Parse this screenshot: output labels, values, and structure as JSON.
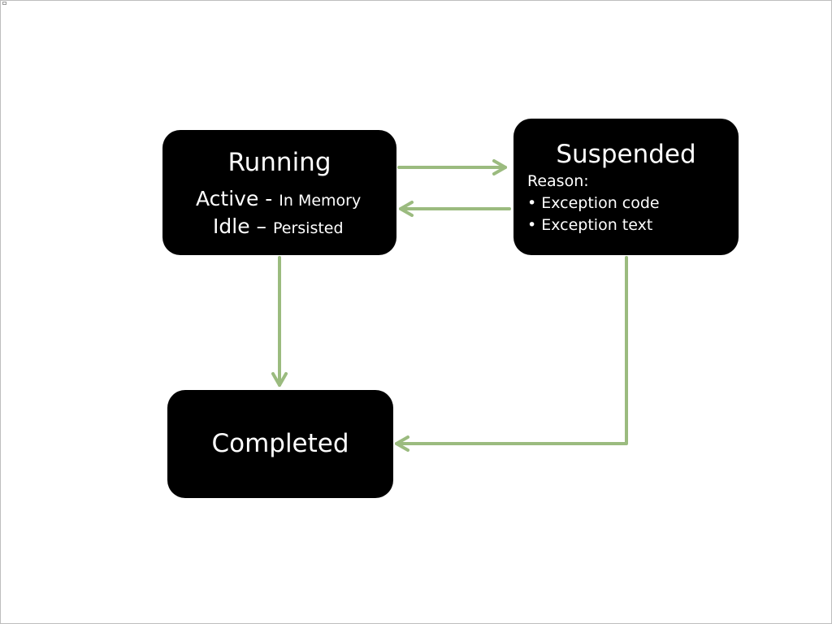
{
  "diagram": {
    "states": {
      "running": {
        "title": "Running",
        "active_label": "Active",
        "active_separator": " - ",
        "active_detail": "In Memory",
        "idle_label": "Idle",
        "idle_separator": " – ",
        "idle_detail": "Persisted"
      },
      "suspended": {
        "title": "Suspended",
        "reason_label": "Reason:",
        "bullets": [
          "• Exception code",
          "• Exception text"
        ]
      },
      "completed": {
        "title": "Completed"
      }
    },
    "transitions": [
      {
        "from": "Running",
        "to": "Suspended"
      },
      {
        "from": "Suspended",
        "to": "Running"
      },
      {
        "from": "Running",
        "to": "Completed"
      },
      {
        "from": "Suspended",
        "to": "Completed"
      }
    ],
    "colors": {
      "box_fill": "#000000",
      "box_text": "#ffffff",
      "arrow": "#9bbb7f"
    }
  }
}
